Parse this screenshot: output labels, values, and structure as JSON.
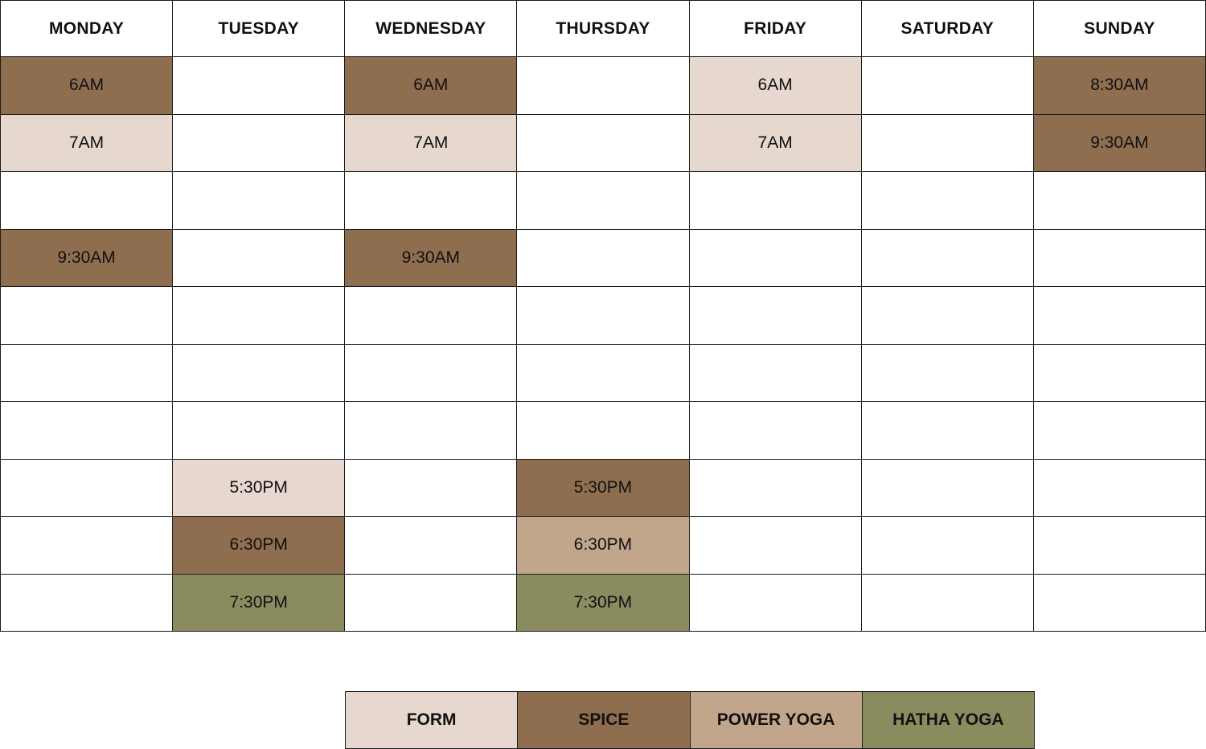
{
  "days": [
    "MONDAY",
    "TUESDAY",
    "WEDNESDAY",
    "THURSDAY",
    "FRIDAY",
    "SATURDAY",
    "SUNDAY"
  ],
  "classes": {
    "form": "#e6d8cf",
    "spice": "#8f6e50",
    "power": "#c2a68c",
    "hatha": "#8a8c60"
  },
  "rows": [
    [
      {
        "t": "6AM",
        "c": "spice"
      },
      {
        "t": "",
        "c": ""
      },
      {
        "t": "6AM",
        "c": "spice"
      },
      {
        "t": "",
        "c": ""
      },
      {
        "t": "6AM",
        "c": "form"
      },
      {
        "t": "",
        "c": ""
      },
      {
        "t": "8:30AM",
        "c": "spice"
      }
    ],
    [
      {
        "t": "7AM",
        "c": "form"
      },
      {
        "t": "",
        "c": ""
      },
      {
        "t": "7AM",
        "c": "form"
      },
      {
        "t": "",
        "c": ""
      },
      {
        "t": "7AM",
        "c": "form"
      },
      {
        "t": "",
        "c": ""
      },
      {
        "t": "9:30AM",
        "c": "spice"
      }
    ],
    [
      {
        "t": "",
        "c": ""
      },
      {
        "t": "",
        "c": ""
      },
      {
        "t": "",
        "c": ""
      },
      {
        "t": "",
        "c": ""
      },
      {
        "t": "",
        "c": ""
      },
      {
        "t": "",
        "c": ""
      },
      {
        "t": "",
        "c": ""
      }
    ],
    [
      {
        "t": "9:30AM",
        "c": "spice"
      },
      {
        "t": "",
        "c": ""
      },
      {
        "t": "9:30AM",
        "c": "spice"
      },
      {
        "t": "",
        "c": ""
      },
      {
        "t": "",
        "c": ""
      },
      {
        "t": "",
        "c": ""
      },
      {
        "t": "",
        "c": ""
      }
    ],
    [
      {
        "t": "",
        "c": ""
      },
      {
        "t": "",
        "c": ""
      },
      {
        "t": "",
        "c": ""
      },
      {
        "t": "",
        "c": ""
      },
      {
        "t": "",
        "c": ""
      },
      {
        "t": "",
        "c": ""
      },
      {
        "t": "",
        "c": ""
      }
    ],
    [
      {
        "t": "",
        "c": ""
      },
      {
        "t": "",
        "c": ""
      },
      {
        "t": "",
        "c": ""
      },
      {
        "t": "",
        "c": ""
      },
      {
        "t": "",
        "c": ""
      },
      {
        "t": "",
        "c": ""
      },
      {
        "t": "",
        "c": ""
      }
    ],
    [
      {
        "t": "",
        "c": ""
      },
      {
        "t": "",
        "c": ""
      },
      {
        "t": "",
        "c": ""
      },
      {
        "t": "",
        "c": ""
      },
      {
        "t": "",
        "c": ""
      },
      {
        "t": "",
        "c": ""
      },
      {
        "t": "",
        "c": ""
      }
    ],
    [
      {
        "t": "",
        "c": ""
      },
      {
        "t": "5:30PM",
        "c": "form"
      },
      {
        "t": "",
        "c": ""
      },
      {
        "t": "5:30PM",
        "c": "spice"
      },
      {
        "t": "",
        "c": ""
      },
      {
        "t": "",
        "c": ""
      },
      {
        "t": "",
        "c": ""
      }
    ],
    [
      {
        "t": "",
        "c": ""
      },
      {
        "t": "6:30PM",
        "c": "spice"
      },
      {
        "t": "",
        "c": ""
      },
      {
        "t": "6:30PM",
        "c": "power"
      },
      {
        "t": "",
        "c": ""
      },
      {
        "t": "",
        "c": ""
      },
      {
        "t": "",
        "c": ""
      }
    ],
    [
      {
        "t": "",
        "c": ""
      },
      {
        "t": "7:30PM",
        "c": "hatha"
      },
      {
        "t": "",
        "c": ""
      },
      {
        "t": "7:30PM",
        "c": "hatha"
      },
      {
        "t": "",
        "c": ""
      },
      {
        "t": "",
        "c": ""
      },
      {
        "t": "",
        "c": ""
      }
    ]
  ],
  "legend": [
    {
      "label": "FORM",
      "c": "form"
    },
    {
      "label": "SPICE",
      "c": "spice"
    },
    {
      "label": "POWER YOGA",
      "c": "power"
    },
    {
      "label": "HATHA YOGA",
      "c": "hatha"
    }
  ]
}
